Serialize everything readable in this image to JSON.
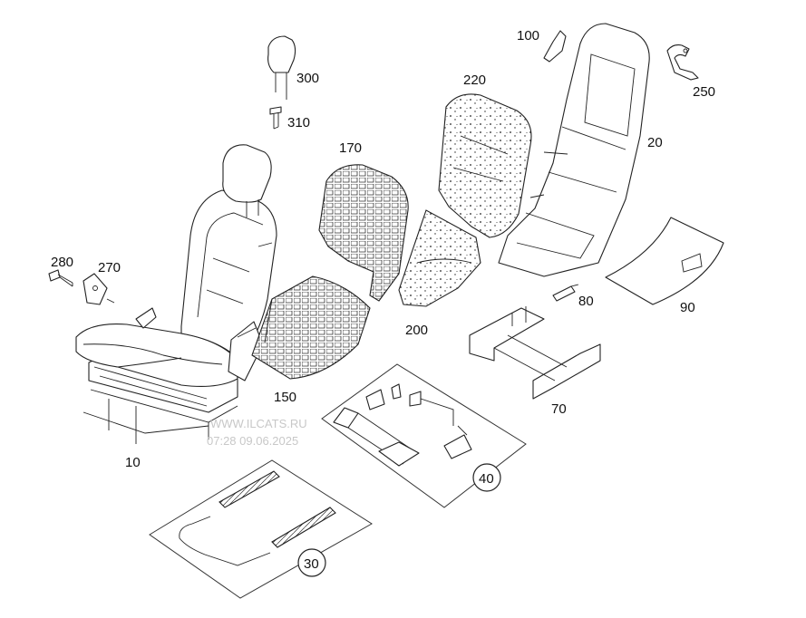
{
  "callouts": {
    "p10": "10",
    "p20": "20",
    "p30": "30",
    "p40": "40",
    "p70": "70",
    "p80": "80",
    "p90": "90",
    "p100": "100",
    "p150": "150",
    "p170": "170",
    "p200": "200",
    "p220": "220",
    "p250": "250",
    "p270": "270",
    "p280": "280",
    "p300": "300",
    "p310": "310"
  },
  "watermark": {
    "line1": "WWW.ILCATS.RU",
    "line2": "07:28 09.06.2025"
  },
  "colors": {
    "ink": "#222222",
    "watermark": "#c8c8c8",
    "background": "#ffffff"
  }
}
